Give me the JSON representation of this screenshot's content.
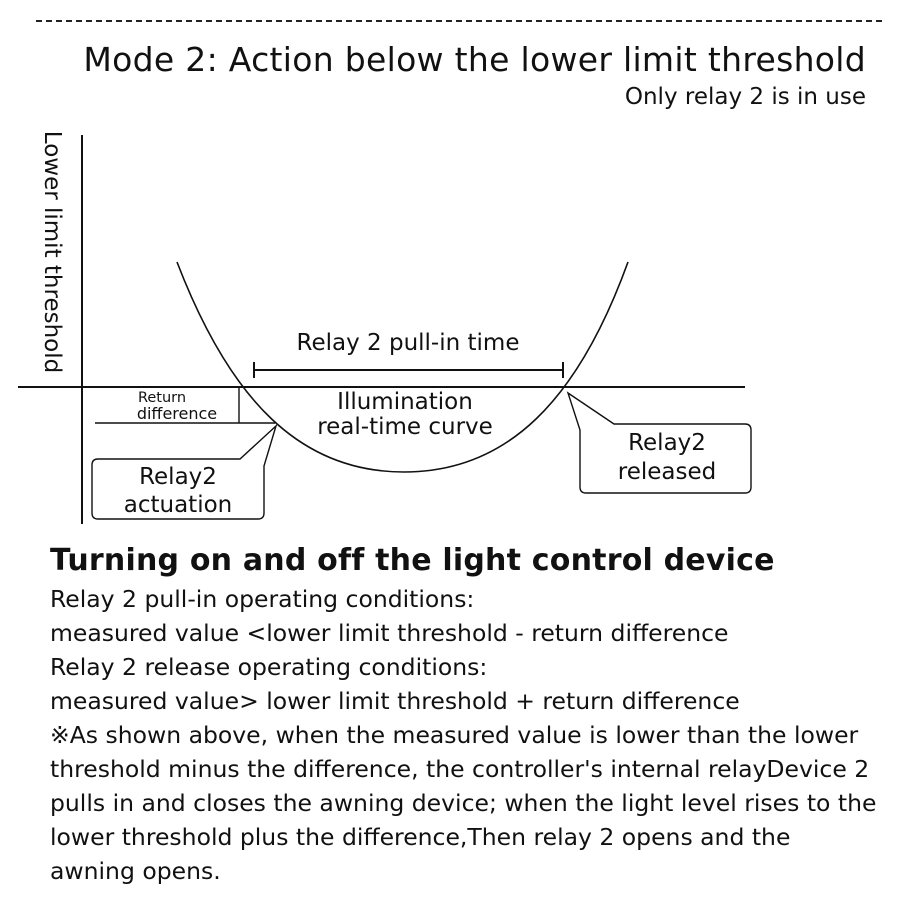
{
  "header": {
    "title": "Mode 2: Action below the lower limit threshold",
    "subtitle": "Only relay 2 is in use"
  },
  "diagram": {
    "y_axis_label": "Lower limit threshold",
    "pull_in_time_label": "Relay 2 pull-in time",
    "return_difference_line1": "Return",
    "return_difference_line2": "difference",
    "curve_label_line1": "Illumination",
    "curve_label_line2": "real-time curve",
    "actuation_line1": "Relay2",
    "actuation_line2": "actuation",
    "released_line1": "Relay2",
    "released_line2": "released"
  },
  "explanation": {
    "heading": "Turning on and off the light control device",
    "pull_in_conditions_label": "Relay 2 pull-in operating conditions:",
    "pull_in_formula": "measured value <lower limit threshold - return difference",
    "release_conditions_label": "Relay 2 release operating conditions:",
    "release_formula": "measured value> lower limit threshold + return difference",
    "note": "※As shown above, when the measured value is lower than the lower threshold minus the difference, the controller's internal relayDevice 2 pulls in and closes the awning device; when the light level rises to the lower threshold plus the difference,Then relay 2 opens and the awning opens."
  }
}
